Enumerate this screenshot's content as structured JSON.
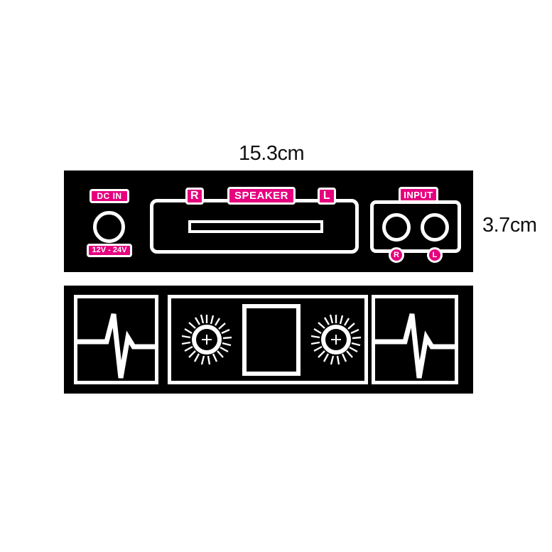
{
  "product": {
    "type": "amplifier-board-panel-diagram",
    "colors": {
      "panel_background": "#000000",
      "accent_pink": "#e6007e",
      "outline_white": "#ffffff",
      "page_background": "#ffffff",
      "text": "#111111"
    }
  },
  "dimensions": {
    "width_label": "15.3cm",
    "height_label": "3.7cm"
  },
  "rear_panel": {
    "name": "rear-panel",
    "power": {
      "label": "DC IN",
      "voltage_label": "12V - 24V",
      "jack": "dc-power-jack"
    },
    "speaker": {
      "channel_right": "R",
      "title": "SPEAKER",
      "channel_left": "L",
      "terminal": "speaker-terminal-slot"
    },
    "input": {
      "label": "INPUT",
      "jack_right": "R",
      "jack_left": "L"
    }
  },
  "front_panel": {
    "name": "front-panel",
    "sections": [
      {
        "id": "left-waveform",
        "icon": "audio-waveform-icon"
      },
      {
        "id": "center-controls",
        "icon": "knob-control-icon",
        "knobs": [
          "volume-knob-left",
          "volume-knob-right"
        ],
        "display": "display-screen"
      },
      {
        "id": "right-waveform",
        "icon": "audio-waveform-icon"
      }
    ]
  }
}
